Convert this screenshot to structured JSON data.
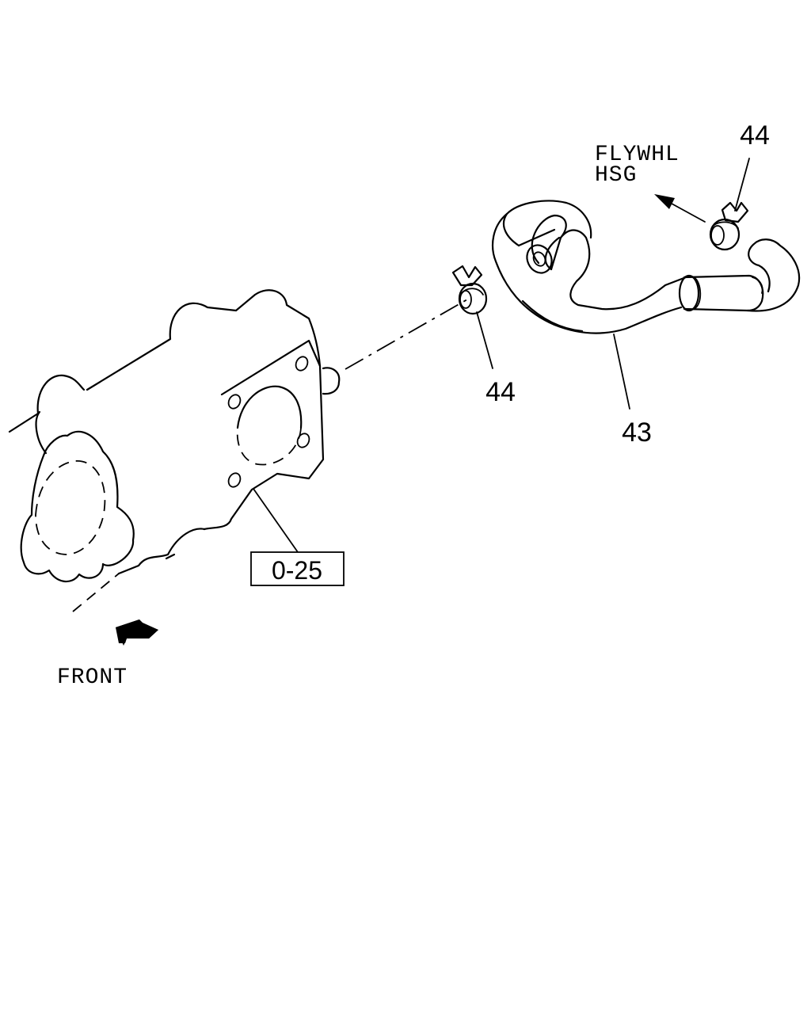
{
  "callouts": {
    "clamp_top": "44",
    "clamp_mid": "44",
    "hose": "43",
    "reference": "0-25"
  },
  "notes": {
    "flywheel_line1": "FLYWHL",
    "flywheel_line2": "HSG",
    "front": "FRONT"
  }
}
